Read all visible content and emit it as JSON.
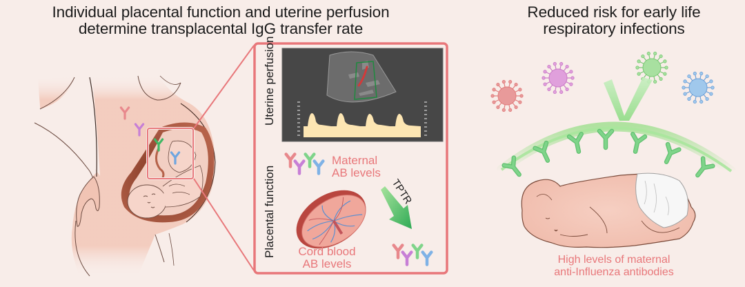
{
  "titles": {
    "left_line1": "Individual placental function and uterine perfusion",
    "left_line2": "determine transplacental IgG transfer rate",
    "right_line1": "Reduced risk for early life",
    "right_line2": "respiratory infections"
  },
  "panel": {
    "uterine_label": "Uterine perfusion",
    "placental_label": "Placental function",
    "maternal_line1": "Maternal",
    "maternal_line2": "AB levels",
    "arrow_label": "TPTR",
    "cord_line1": "Cord blood",
    "cord_line2": "AB levels"
  },
  "baby_caption": {
    "line1": "High levels of maternal",
    "line2": "anti-Influenza antibodies"
  },
  "colors": {
    "background": "#f8ede9",
    "panel_border": "#e8777a",
    "ultrasound_bg": "#474747",
    "doppler_fill": "#fde6b3",
    "antibody_red": "#e8888c",
    "antibody_purple": "#c77fd6",
    "antibody_green": "#7fd48a",
    "antibody_blue": "#7fb2e6",
    "virus_red": "#e89a9a",
    "virus_purple": "#e0a0dc",
    "virus_green": "#a8e0a0",
    "virus_blue": "#a0c8ec",
    "skin": "#f3cbbd",
    "uterus_wall": "#a8553e"
  }
}
